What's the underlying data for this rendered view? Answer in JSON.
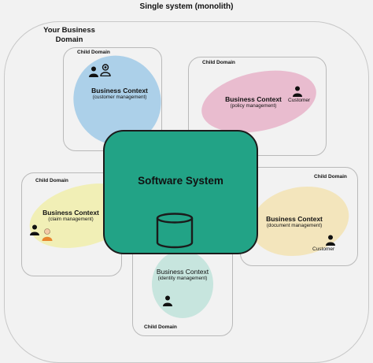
{
  "title": "Single system (monolith)",
  "business_domain": {
    "label_line1": "Your Business",
    "label_line2": "Domain"
  },
  "child_domain_label": "Child Domain",
  "software_system": {
    "label": "Software System"
  },
  "contexts": [
    {
      "id": "customer",
      "title": "Business Context",
      "subtitle": "(customer management)",
      "color": "#a8cde8"
    },
    {
      "id": "policy",
      "title": "Business Context",
      "subtitle": "(policy management)",
      "role": "Customer",
      "color": "#e8b8cc"
    },
    {
      "id": "claim",
      "title": "Business Context",
      "subtitle": "(claim management)",
      "color": "#f0eeb2"
    },
    {
      "id": "document",
      "title": "Business Context",
      "subtitle": "(document management)",
      "role": "Customer",
      "color": "#f2e4b8"
    },
    {
      "id": "identity",
      "title": "Business Context",
      "subtitle": "(identity management)",
      "color": "#c4e4dc"
    }
  ],
  "colors": {
    "software_system_fill": "#22a386",
    "outline": "#1b1b1b",
    "person_accent": "#e8862e"
  }
}
